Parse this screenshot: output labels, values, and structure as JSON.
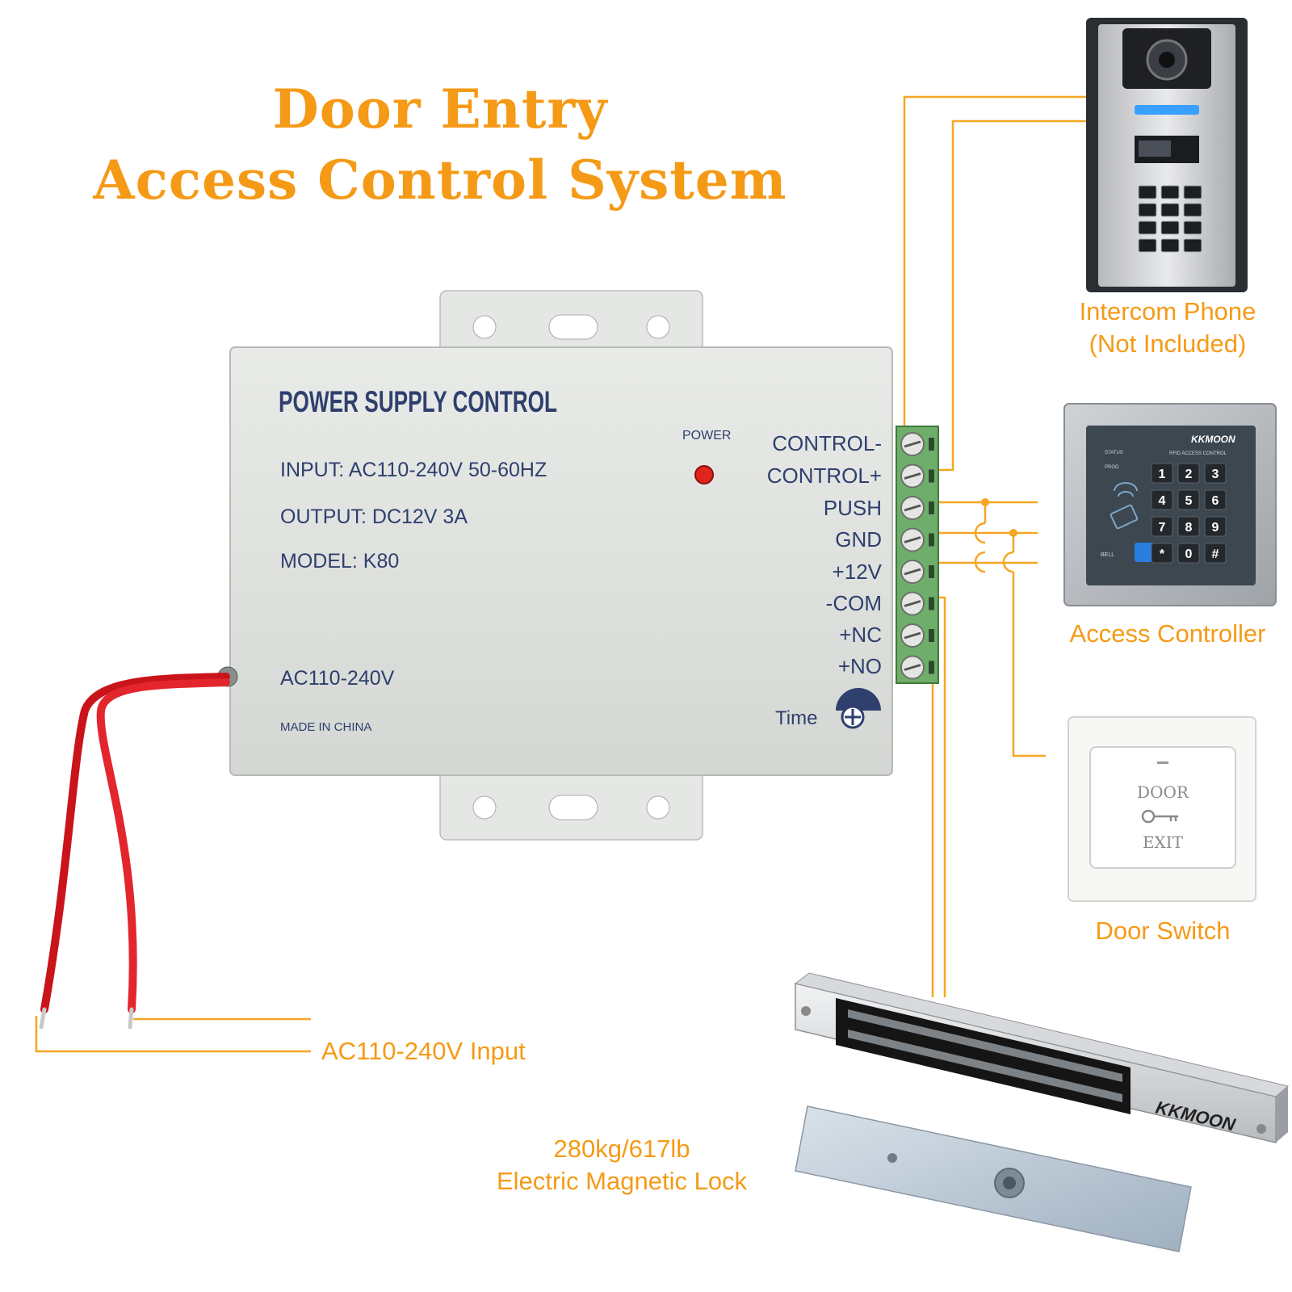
{
  "title": {
    "line1": "Door Entry",
    "line2": "Access Control System"
  },
  "power_supply": {
    "header": "POWER SUPPLY CONTROL",
    "input": "INPUT: AC110-240V  50-60HZ",
    "output": "OUTPUT: DC12V   3A",
    "model": "MODEL: K80",
    "ac_label": "AC110-240V",
    "made_in": "MADE IN CHINA",
    "power_led": "POWER",
    "time_label": "Time",
    "terminals": [
      "CONTROL-",
      "CONTROL+",
      "PUSH",
      "GND",
      "+12V",
      "-COM",
      "+NC",
      "+NO"
    ]
  },
  "devices": {
    "intercom": {
      "line1": "Intercom Phone",
      "line2": "(Not Included)"
    },
    "access_controller": {
      "label": "Access Controller",
      "brand": "KKMOON",
      "sub": "RFID ACCESS CONTROL",
      "status": "STATUS",
      "prog": "PROG",
      "bell": "BELL",
      "keys": [
        "1",
        "2",
        "3",
        "4",
        "5",
        "6",
        "7",
        "8",
        "9",
        "*",
        "0",
        "#"
      ]
    },
    "door_switch": {
      "label": "Door Switch",
      "line1": "DOOR",
      "line2": "EXIT"
    },
    "mag_lock": {
      "line1": "280kg/617lb",
      "line2": "Electric Magnetic Lock",
      "brand": "KKMOON"
    },
    "ac_input": {
      "label": "AC110-240V Input"
    }
  },
  "colors": {
    "accent": "#f59a16",
    "psu_text": "#2f3f6e",
    "terminal_green": "#6fae6a",
    "wire_red": "#e3262d"
  }
}
